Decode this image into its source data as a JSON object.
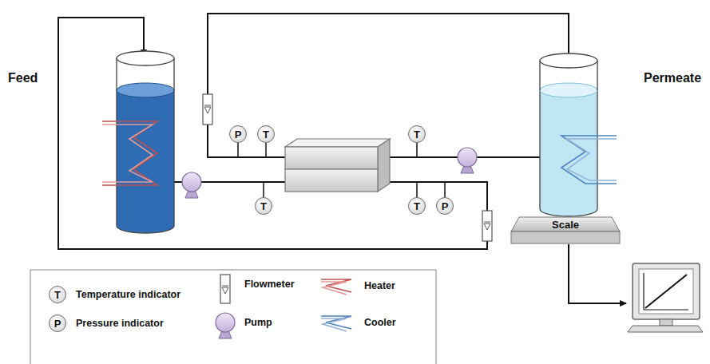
{
  "diagram": {
    "nodes": [
      {
        "text": [
          "Feed"
        ]
      },
      {
        "text": [
          "P"
        ]
      },
      {
        "text": [
          "T"
        ]
      },
      {
        "text": [
          "T"
        ]
      },
      {
        "text": [
          "Permeate"
        ]
      },
      {
        "text": [
          "T"
        ]
      },
      {
        "text": [
          "T"
        ]
      },
      {
        "text": [
          "P"
        ]
      },
      {
        "text": [
          "Scale"
        ]
      },
      {
        "text": [
          "T"
        ]
      },
      {
        "text": [
          "P"
        ]
      }
    ],
    "legend": [
      {
        "text": "Temperature indicator"
      },
      {
        "text": "Pressure indicator"
      },
      {
        "text": "Flowmeter"
      },
      {
        "text": "Pump"
      },
      {
        "text": "Heater"
      },
      {
        "text": "Cooler"
      }
    ]
  }
}
